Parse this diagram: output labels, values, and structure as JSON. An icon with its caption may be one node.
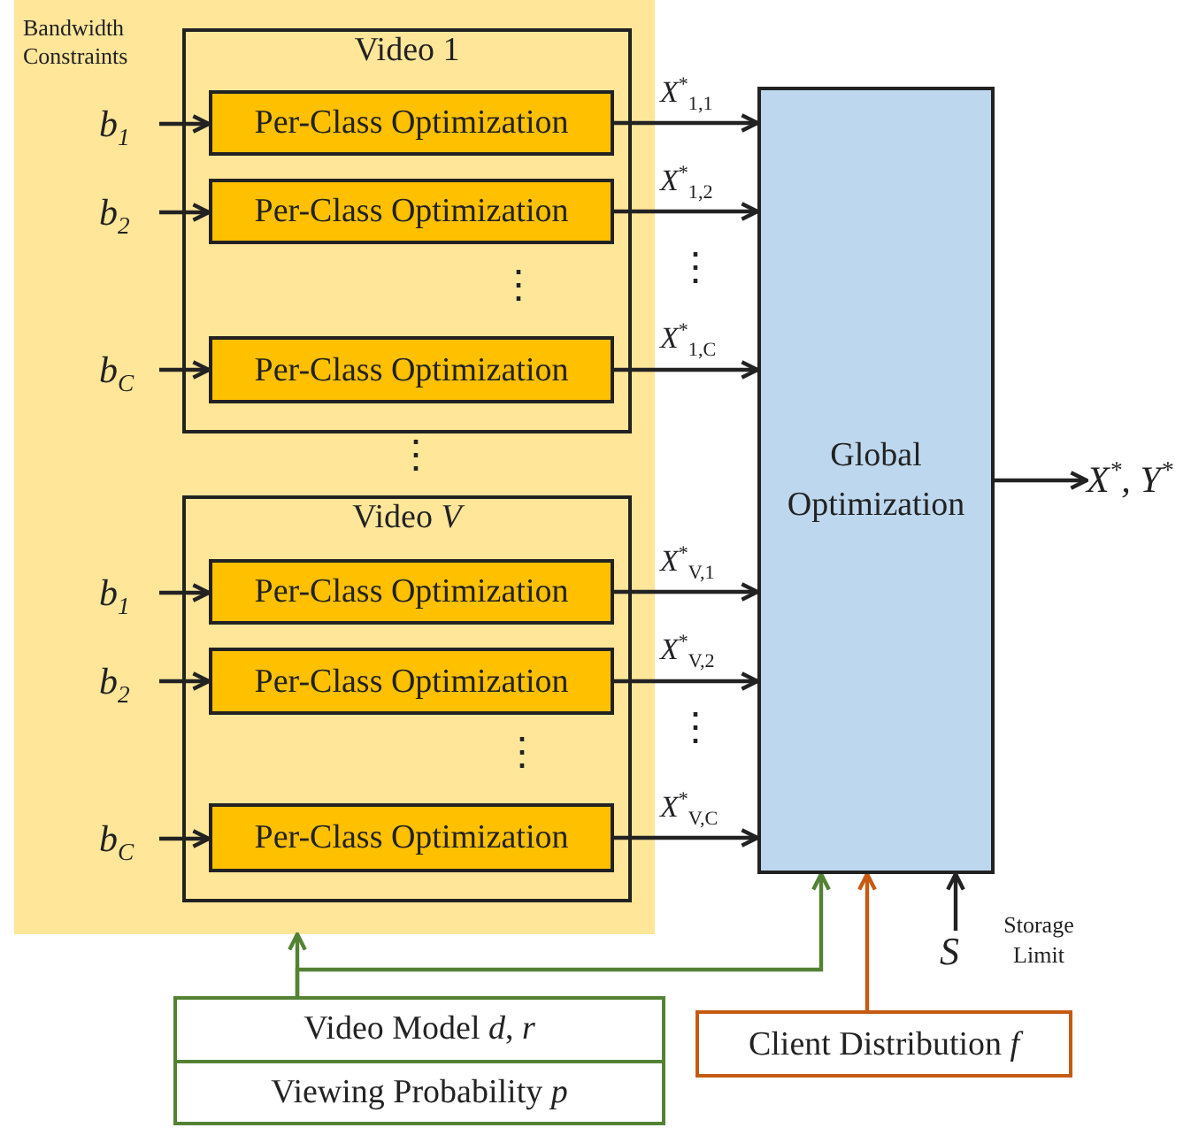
{
  "diagram": {
    "nodes": [
      {
        "text": [
          "Bandwidth Constraints"
        ]
      },
      {
        "text": [
          "Video 1"
        ],
        "in": 0
      },
      {
        "text": [
          "Per-Class Optimization"
        ],
        "in": 1
      },
      {
        "text": [
          "Per-Class Optimization"
        ],
        "in": 1
      },
      {
        "text": [
          "Per-Class Optimization"
        ],
        "in": 1
      },
      {
        "text": [
          "Video *V*"
        ],
        "in": 0
      },
      {
        "text": [
          "Per-Class Optimization"
        ],
        "in": 5
      },
      {
        "text": [
          "Per-Class Optimization"
        ],
        "in": 5
      },
      {
        "text": [
          "Per-Class Optimization"
        ],
        "in": 5
      },
      {
        "text": [
          "Global Optimization"
        ]
      },
      {
        "text": [
          "Video Model *d*, *r*",
          "Viewing Probability *p*"
        ]
      },
      {
        "text": [
          "Client Distribution *f*"
        ]
      },
      {
        "text": [
          "*b*$_{1}$"
        ],
        "in": 0
      },
      {
        "text": [
          "*b*$_{2}$"
        ],
        "in": 0
      },
      {
        "text": [
          "*b*$_{C}$"
        ],
        "in": 0
      },
      {
        "text": [
          "*b*$_{1}$"
        ],
        "in": 0
      },
      {
        "text": [
          "*b*$_{2}$"
        ],
        "in": 0
      },
      {
        "text": [
          "*b*$_{C}$"
        ],
        "in": 0
      },
      {
        "text": [
          "*X*$^{*}$, *Y*$^{*}$"
        ]
      },
      {
        "text": [
          "*S*"
        ],
        "beside": [
          "Storage Limit"
        ]
      }
    ],
    "edges": [
      {
        "from": 12,
        "to": 2,
        "arrow": "to"
      },
      {
        "from": 13,
        "to": 3,
        "arrow": "to"
      },
      {
        "from": 14,
        "to": 4,
        "arrow": "to"
      },
      {
        "from": 15,
        "to": 6,
        "arrow": "to"
      },
      {
        "from": 16,
        "to": 7,
        "arrow": "to"
      },
      {
        "from": 17,
        "to": 8,
        "arrow": "to"
      },
      {
        "from": 2,
        "to": 9,
        "arrow": "to",
        "label": "*X*$^{*}$$_{1,1}$"
      },
      {
        "from": 3,
        "to": 9,
        "arrow": "to",
        "label": "*X*$^{*}$$_{1,2}$"
      },
      {
        "from": 4,
        "to": 9,
        "arrow": "to",
        "label": "*X*$^{*}$$_{1,C}$"
      },
      {
        "from": 6,
        "to": 9,
        "arrow": "to",
        "label": "*X*$^{*}$$_{V,1}$"
      },
      {
        "from": 7,
        "to": 9,
        "arrow": "to",
        "label": "*X*$^{*}$$_{V,2}$"
      },
      {
        "from": 8,
        "to": 9,
        "arrow": "to",
        "label": "*X*$^{*}$$_{V,C}$"
      },
      {
        "from": 9,
        "to": 18,
        "arrow": "to"
      },
      {
        "from": 19,
        "to": 9,
        "arrow": "to"
      },
      {
        "from": 10,
        "to": 0,
        "arrow": "to",
        "color": "#548235"
      },
      {
        "from": 10,
        "to": 9,
        "arrow": "to",
        "color": "#548235"
      },
      {
        "from": 11,
        "to": 9,
        "arrow": "to",
        "color": "#c55a11"
      }
    ],
    "labels": [
      "⋮",
      "⋮",
      "⋮",
      "⋮",
      "⋮"
    ]
  }
}
